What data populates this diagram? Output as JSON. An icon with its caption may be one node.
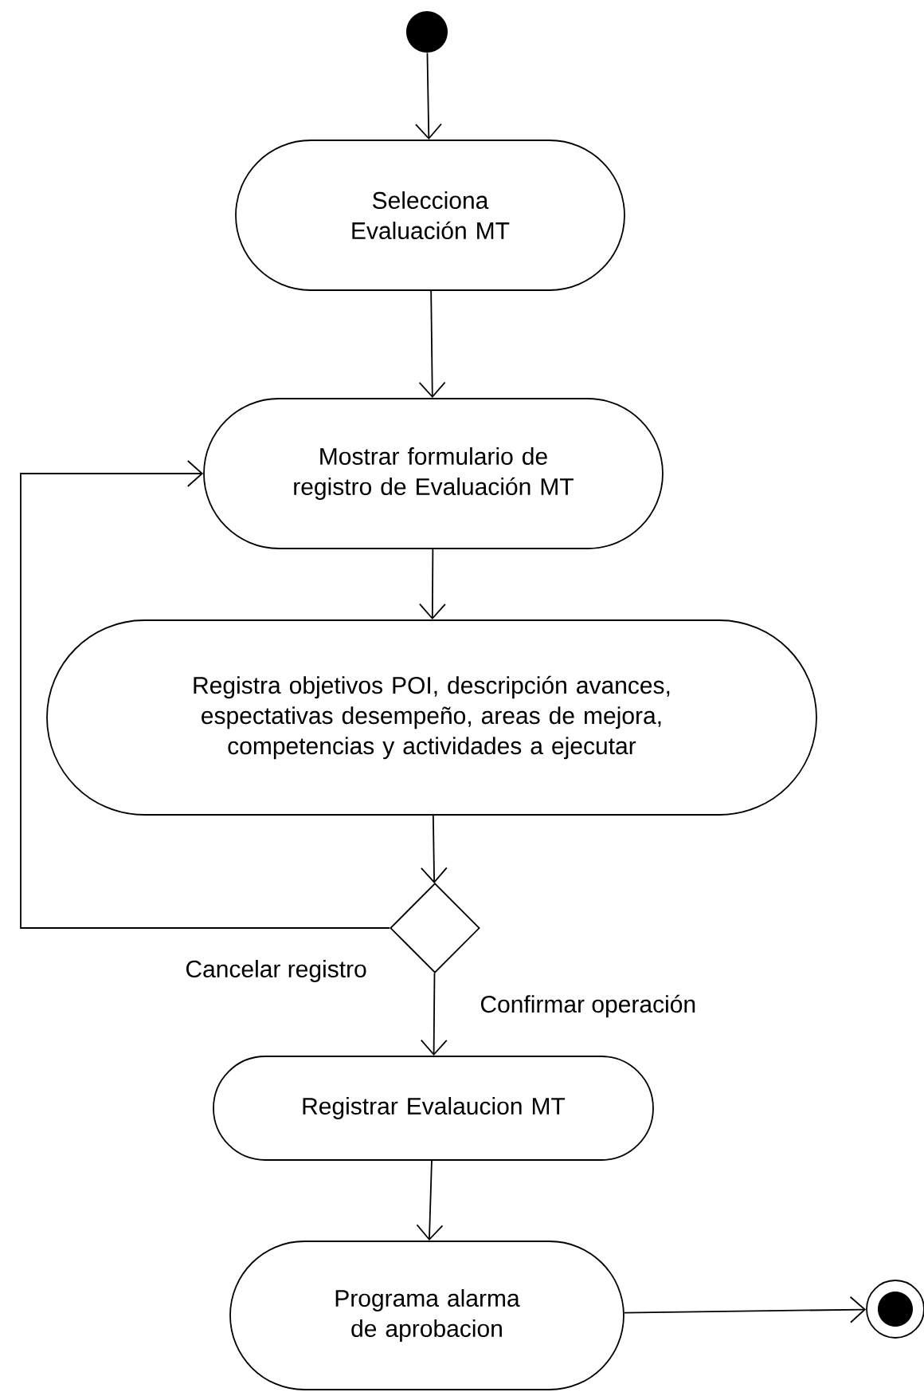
{
  "diagram": {
    "nodes": [
      {
        "text": [],
        "shape": "circle"
      },
      {
        "text": [
          "Selecciona Evaluación MT"
        ]
      },
      {
        "text": [
          "Mostrar formulario de registro de Evaluación MT"
        ]
      },
      {
        "text": [
          "Registra objetivos POI, descripción avances, espectativas desempeño, areas de mejora, competencias y actividades a ejecutar"
        ]
      },
      {
        "text": [],
        "shape": "diamond"
      },
      {
        "text": [
          "Registrar Evalaucion MT"
        ]
      },
      {
        "text": [
          "Programa alarma de aprobacion"
        ]
      },
      {
        "text": [],
        "shape": "circle"
      }
    ],
    "edges": [
      {
        "from": 0,
        "to": 1,
        "arrow": "to"
      },
      {
        "from": 1,
        "to": 2,
        "arrow": "to"
      },
      {
        "from": 2,
        "to": 3,
        "arrow": "to"
      },
      {
        "from": 3,
        "to": 4,
        "arrow": "to"
      },
      {
        "from": 4,
        "to": 2,
        "arrow": "to",
        "label": "Cancelar registro"
      },
      {
        "from": 4,
        "to": 5,
        "arrow": "to",
        "label": "Confirmar operación"
      },
      {
        "from": 5,
        "to": 6,
        "arrow": "to"
      },
      {
        "from": 6,
        "to": 7,
        "arrow": "to"
      }
    ]
  }
}
